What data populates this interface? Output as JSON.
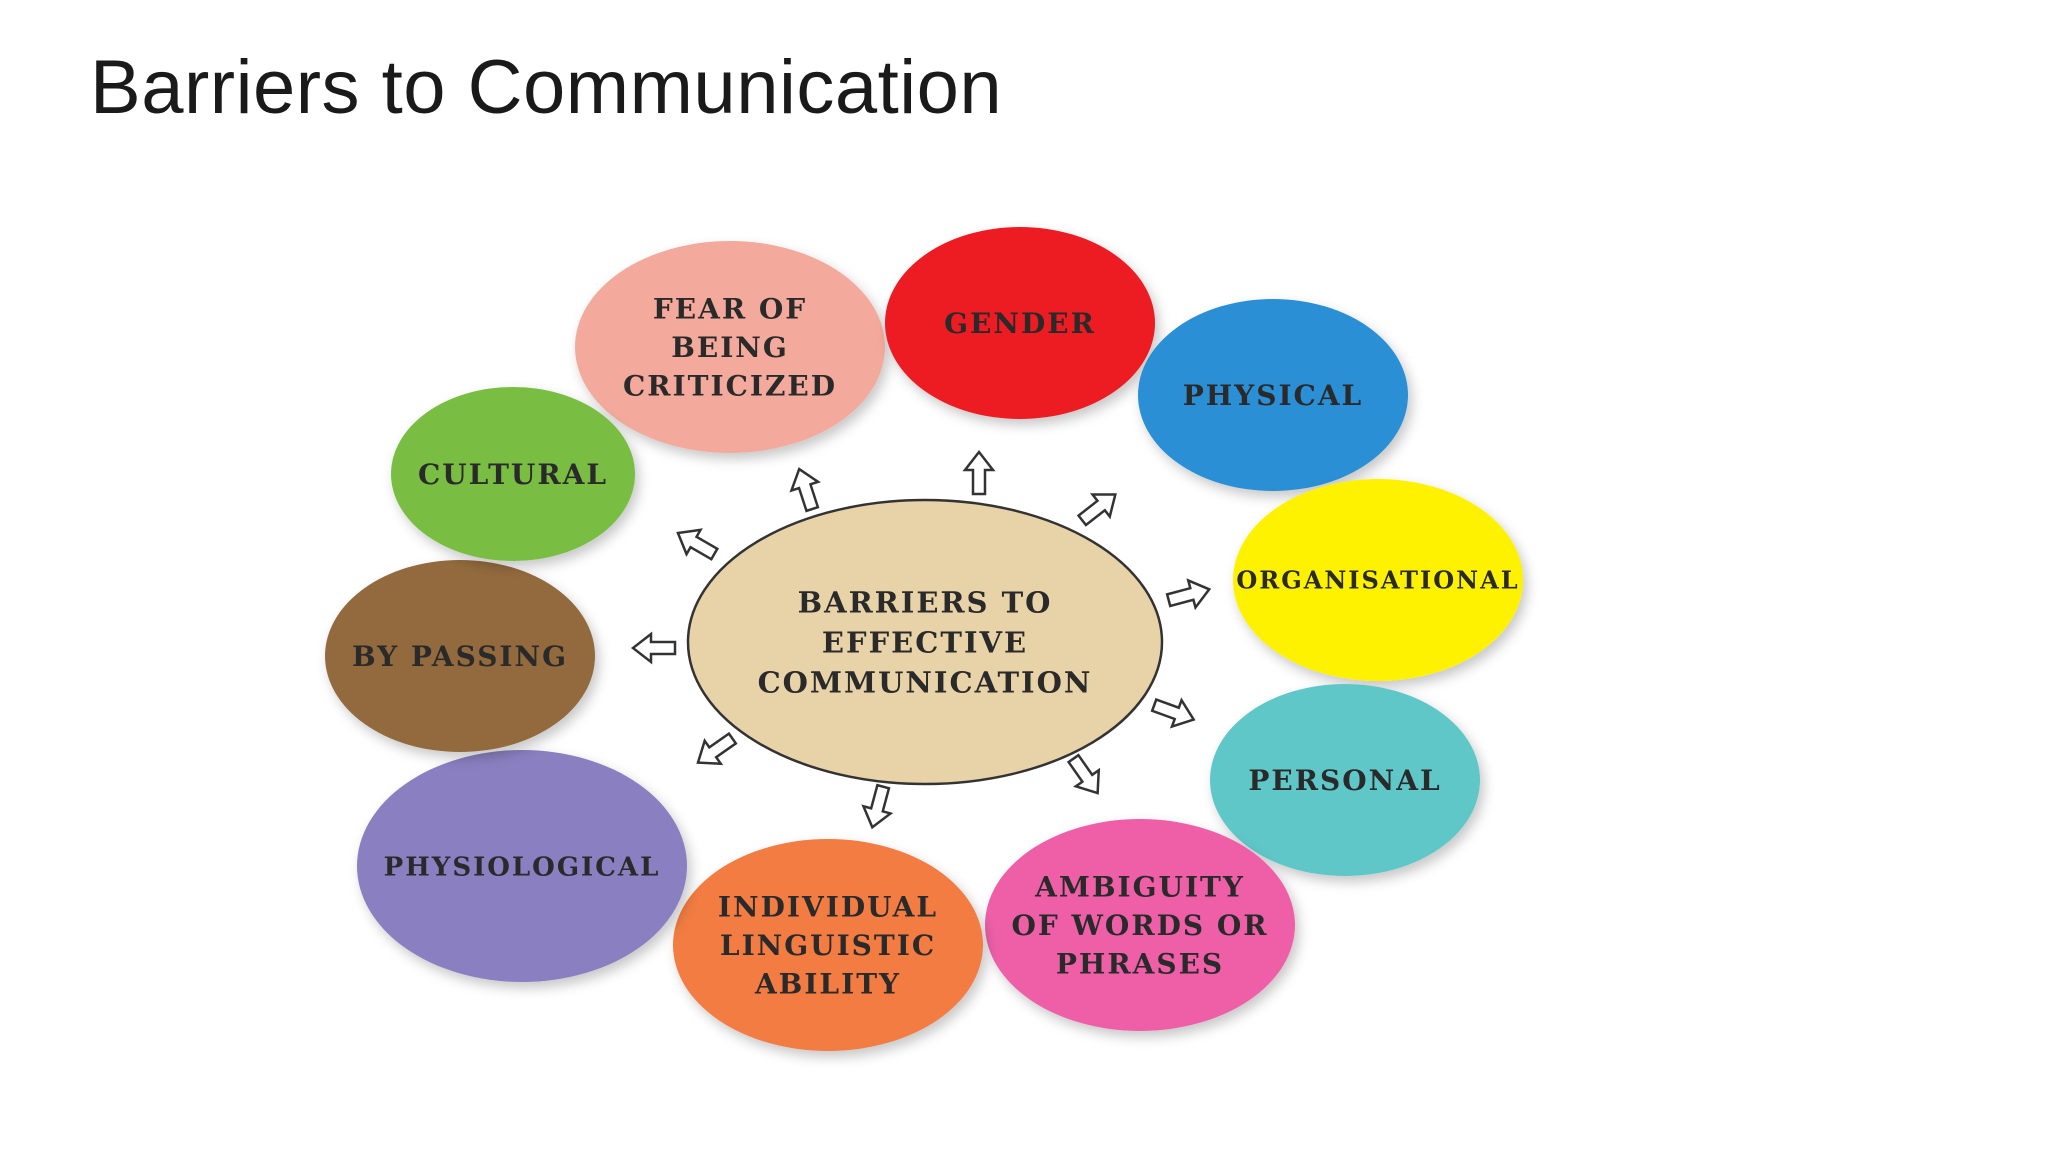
{
  "slide": {
    "title": "Barriers to Communication"
  },
  "diagram": {
    "center": {
      "lines": [
        "BARRIERS TO",
        "EFFECTIVE",
        "COMMUNICATION"
      ],
      "color": "#e8d3a9"
    },
    "barriers": [
      {
        "lines": [
          "FEAR OF",
          "BEING",
          "CRITICIZED"
        ],
        "color": "#f3a99b"
      },
      {
        "lines": [
          "GENDER"
        ],
        "color": "#ec1c24"
      },
      {
        "lines": [
          "PHYSICAL"
        ],
        "color": "#2b8fd4"
      },
      {
        "lines": [
          "ORGANISATIONAL"
        ],
        "color": "#fff200"
      },
      {
        "lines": [
          "PERSONAL"
        ],
        "color": "#5ec7c8"
      },
      {
        "lines": [
          "AMBIGUITY",
          "OF WORDS OR",
          "PHRASES"
        ],
        "color": "#ee5fa8"
      },
      {
        "lines": [
          "INDIVIDUAL",
          "LINGUISTIC",
          "ABILITY"
        ],
        "color": "#f27b42"
      },
      {
        "lines": [
          "PHYSIOLOGICAL"
        ],
        "color": "#8a7fc0"
      },
      {
        "lines": [
          "BY PASSING"
        ],
        "color": "#926b3e"
      },
      {
        "lines": [
          "CULTURAL"
        ],
        "color": "#79bd43"
      }
    ]
  }
}
